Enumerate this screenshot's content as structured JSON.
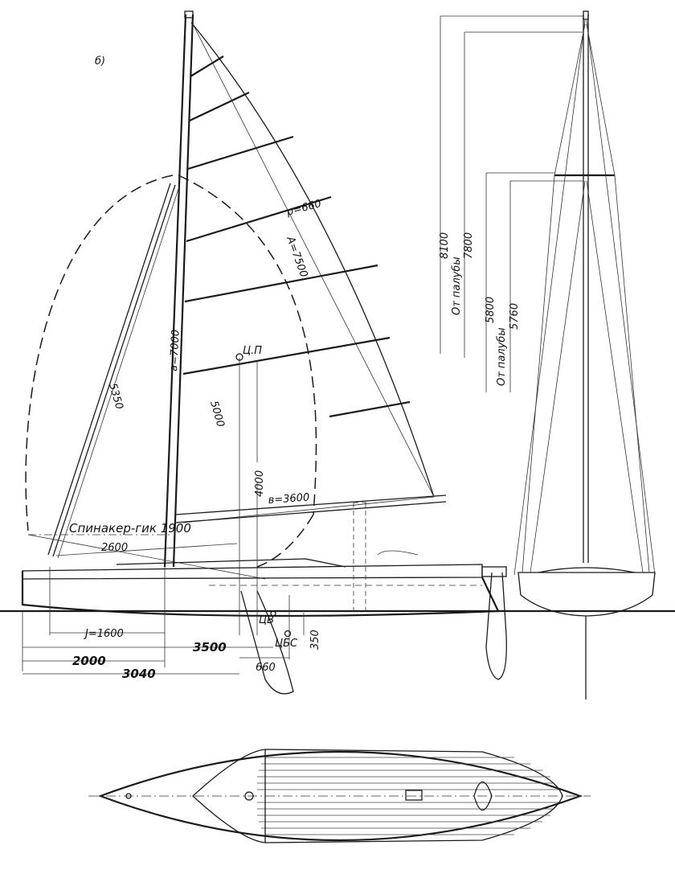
{
  "figure_label": "б)",
  "side_view": {
    "roach": "p=660",
    "leech_length": "A=7500",
    "luff_length": "a=7000",
    "forestay": "5350",
    "spinnaker_height": "5000",
    "center_of_effort": "Ц.П",
    "ce_height": "4000",
    "foot_length": "в=3600",
    "spinnaker_pole": "Спинакер-гик 1900",
    "pole_offset": "2600",
    "j_length": "J=1600",
    "dim_3500": "3500",
    "dim_2000": "2000",
    "dim_3040": "3040",
    "dim_660": "660",
    "dim_350": "350",
    "center_of_buoyancy": "ЦВ",
    "centerboard_center": "ЦБС"
  },
  "front_view": {
    "deck_label_1": "От палубы",
    "mast_height_1": "8100",
    "mast_height_2": "7800",
    "deck_label_2": "От палубы",
    "spreader_height_1": "5800",
    "spreader_height_2": "5760"
  }
}
